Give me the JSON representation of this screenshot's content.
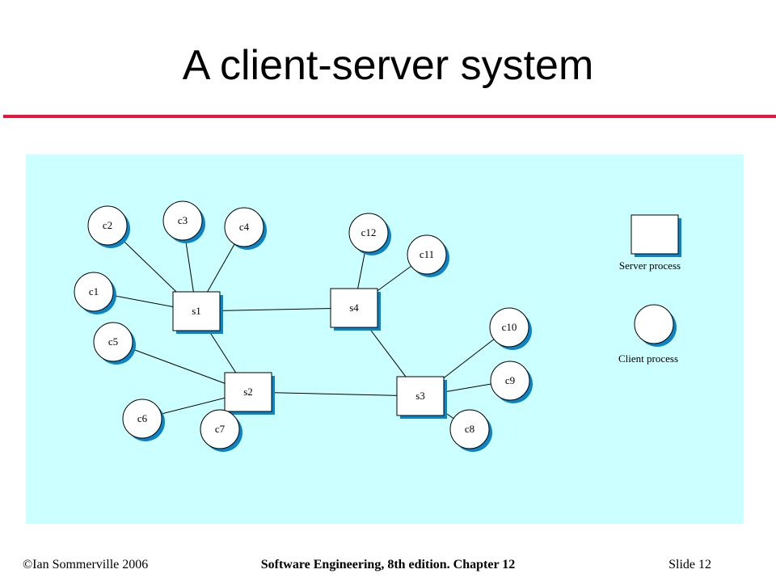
{
  "title": "A client-server system",
  "footer": {
    "copyright": "©Ian Sommerville 2006",
    "book": "Software Engineering, 8th edition. Chapter 12",
    "slide": "Slide  12"
  },
  "diagram": {
    "servers": [
      "s1",
      "s2",
      "s3",
      "s4"
    ],
    "clients": [
      "c1",
      "c2",
      "c3",
      "c4",
      "c5",
      "c6",
      "c7",
      "c8",
      "c9",
      "c10",
      "c11",
      "c12"
    ],
    "connections": [
      [
        "s1",
        "c1"
      ],
      [
        "s1",
        "c2"
      ],
      [
        "s1",
        "c3"
      ],
      [
        "s1",
        "c4"
      ],
      [
        "s1",
        "s4"
      ],
      [
        "s1",
        "s2"
      ],
      [
        "s2",
        "c5"
      ],
      [
        "s2",
        "c6"
      ],
      [
        "s2",
        "c7"
      ],
      [
        "s2",
        "s3"
      ],
      [
        "s3",
        "s4"
      ],
      [
        "s3",
        "c8"
      ],
      [
        "s3",
        "c9"
      ],
      [
        "s3",
        "c10"
      ],
      [
        "s4",
        "c11"
      ],
      [
        "s4",
        "c12"
      ]
    ],
    "legend": {
      "server": "Server process",
      "client": "Client process"
    },
    "colors": {
      "background": "#ccffff",
      "node_fill": "#ffffff",
      "node_shadow": "#0b84c4",
      "rule": "#e8163c"
    }
  }
}
